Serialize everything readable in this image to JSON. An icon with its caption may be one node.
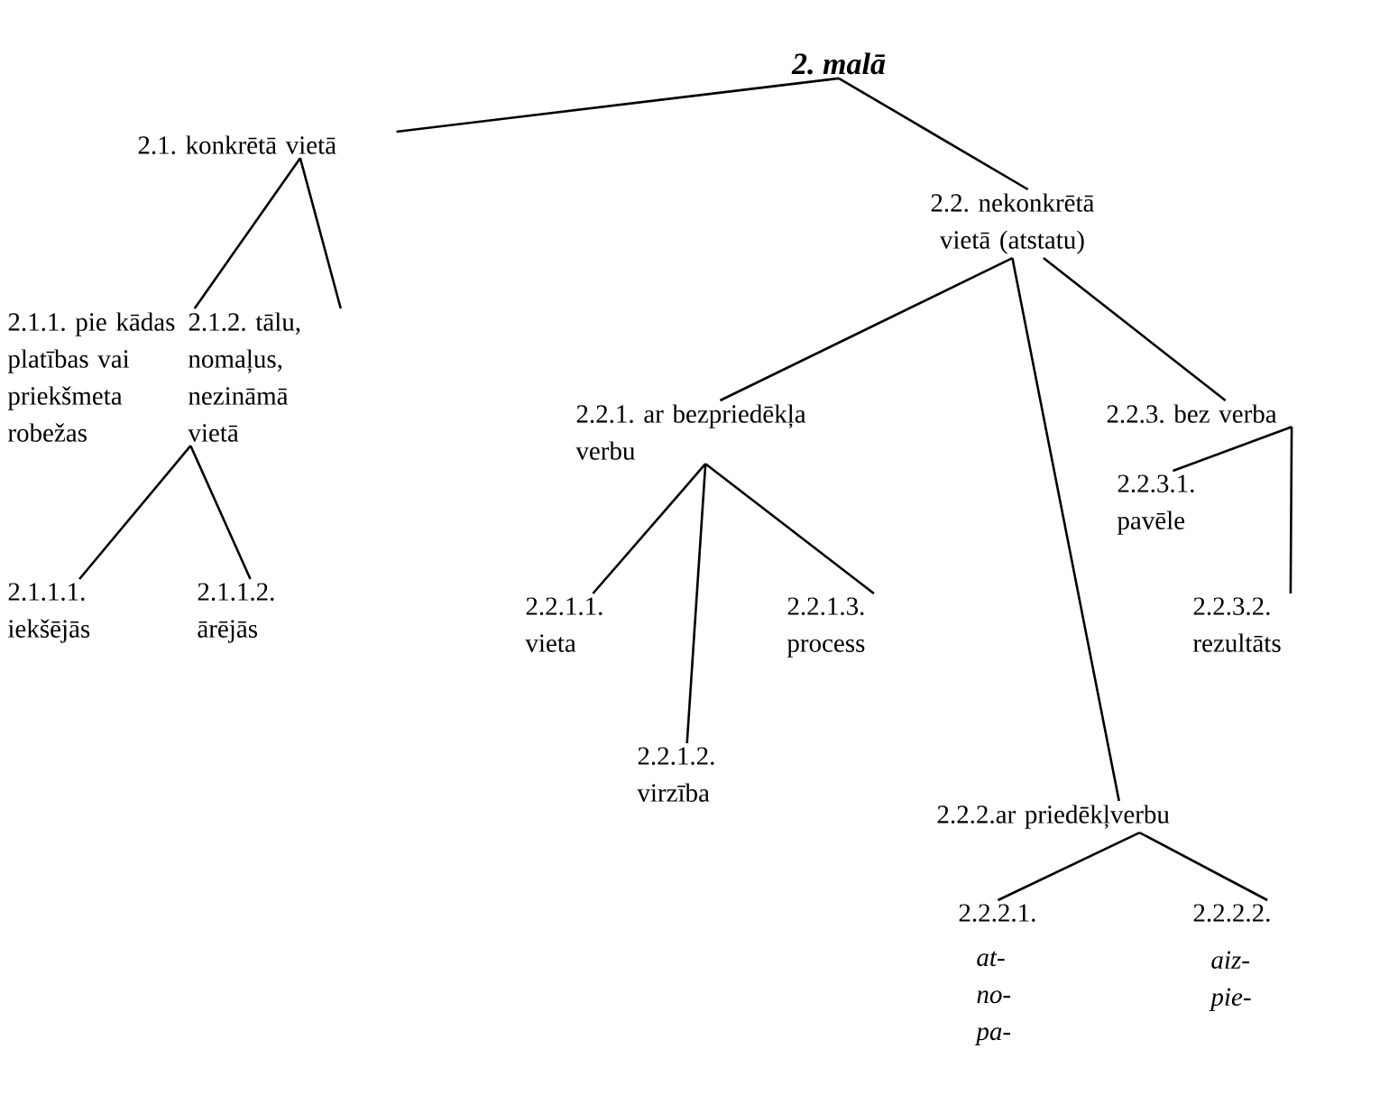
{
  "diagram": {
    "nodes": [
      {
        "text": [
          "2. malā"
        ]
      },
      {
        "text": [
          "2.1. konkrētā vietā"
        ]
      },
      {
        "text": [
          "2.2. nekonkrētā vietā (atstatu)"
        ]
      },
      {
        "text": [
          "2.1.1. pie kādas platības vai priekšmeta robežas"
        ]
      },
      {
        "text": [
          "2.1.2. tālu, nomaļus, nezināmā vietā"
        ]
      },
      {
        "text": [
          "2.1.1.1. iekšējās"
        ]
      },
      {
        "text": [
          "2.1.1.2. ārējās"
        ]
      },
      {
        "text": [
          "2.2.1. ar bezpriedēkļa verbu"
        ]
      },
      {
        "text": [
          "2.2.3. bez verba"
        ]
      },
      {
        "text": [
          "2.2.1.1. vieta"
        ]
      },
      {
        "text": [
          "2.2.1.3. process"
        ]
      },
      {
        "text": [
          "2.2.1.2. virzība"
        ]
      },
      {
        "text": [
          "2.2.2.ar priedēkļverbu"
        ]
      },
      {
        "text": [
          "2.2.3.1. pavēle"
        ]
      },
      {
        "text": [
          "2.2.3.2. rezultāts"
        ]
      },
      {
        "text": [
          "2.2.2.1.",
          "at- no- pa-"
        ]
      },
      {
        "text": [
          "2.2.2.2.",
          "aiz- pie-"
        ]
      }
    ],
    "edges": [
      {
        "from": 0,
        "to": 1,
        "arrow": "none"
      },
      {
        "from": 0,
        "to": 2,
        "arrow": "none"
      },
      {
        "from": 1,
        "to": 3,
        "arrow": "none"
      },
      {
        "from": 1,
        "to": 4,
        "arrow": "none"
      },
      {
        "from": 3,
        "to": 5,
        "arrow": "none"
      },
      {
        "from": 3,
        "to": 6,
        "arrow": "none"
      },
      {
        "from": 2,
        "to": 7,
        "arrow": "none"
      },
      {
        "from": 2,
        "to": 12,
        "arrow": "none"
      },
      {
        "from": 2,
        "to": 8,
        "arrow": "none"
      },
      {
        "from": 7,
        "to": 9,
        "arrow": "none"
      },
      {
        "from": 7,
        "to": 11,
        "arrow": "none"
      },
      {
        "from": 7,
        "to": 10,
        "arrow": "none"
      },
      {
        "from": 12,
        "to": 15,
        "arrow": "none"
      },
      {
        "from": 12,
        "to": 16,
        "arrow": "none"
      },
      {
        "from": 8,
        "to": 13,
        "arrow": "none"
      },
      {
        "from": 8,
        "to": 14,
        "arrow": "none"
      }
    ]
  }
}
